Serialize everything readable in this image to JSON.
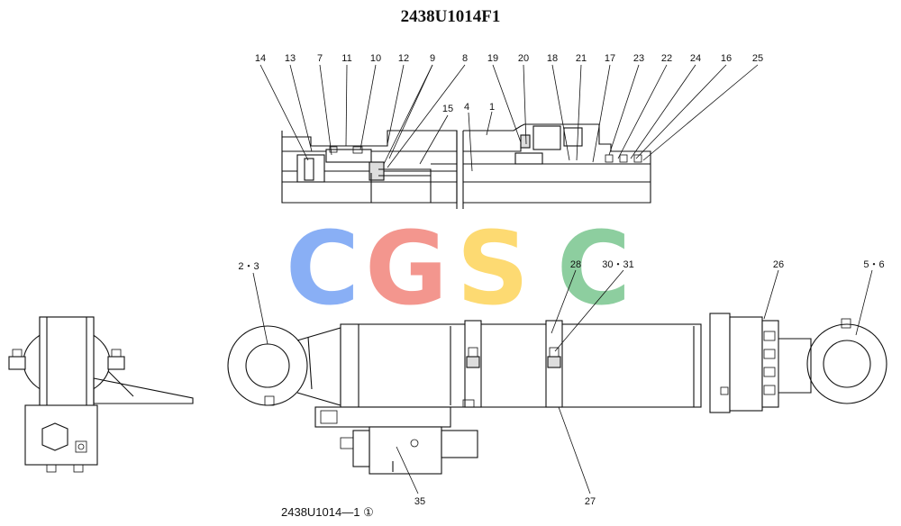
{
  "diagram": {
    "title": "2438U1014F1",
    "footer_code": "2438U1014—1 ①"
  },
  "watermark": {
    "letters": [
      "C",
      "G",
      "S",
      "C"
    ],
    "colors": [
      "#7da7f5",
      "#f28b82",
      "#fdd663",
      "#81c995"
    ]
  },
  "callouts": {
    "section": [
      "14",
      "13",
      "7",
      "11",
      "10",
      "12",
      "9",
      "8",
      "19",
      "20",
      "18",
      "21",
      "17",
      "23",
      "22",
      "24",
      "16",
      "25",
      "15",
      "4",
      "1"
    ],
    "assembly": [
      "2・3",
      "28",
      "30・31",
      "26",
      "5・6",
      "35",
      "27"
    ]
  }
}
